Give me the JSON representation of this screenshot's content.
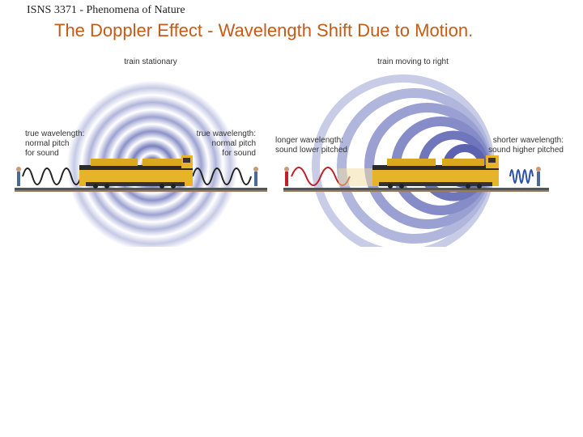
{
  "header": {
    "course": "ISNS 3371 - Phenomena of Nature",
    "title": "The Doppler Effect - Wavelength Shift Due to Motion."
  },
  "left_panel": {
    "heading": "train stationary",
    "left_label": [
      "true wavelength:",
      "normal pitch",
      "for sound"
    ],
    "right_label": [
      "true wavelength:",
      "normal pitch",
      "for sound"
    ]
  },
  "right_panel": {
    "heading": "train moving to right",
    "left_label": [
      "longer wavelength:",
      "sound lower pitched"
    ],
    "right_label": [
      "shorter wavelength:",
      "sound higher pitched"
    ]
  },
  "colors": {
    "title": "#c75a14",
    "rings": "#8a90c8",
    "wave_left": "#222222",
    "wave_long": "#c0202a",
    "wave_short": "#2850a8",
    "train": "#e6b428"
  }
}
